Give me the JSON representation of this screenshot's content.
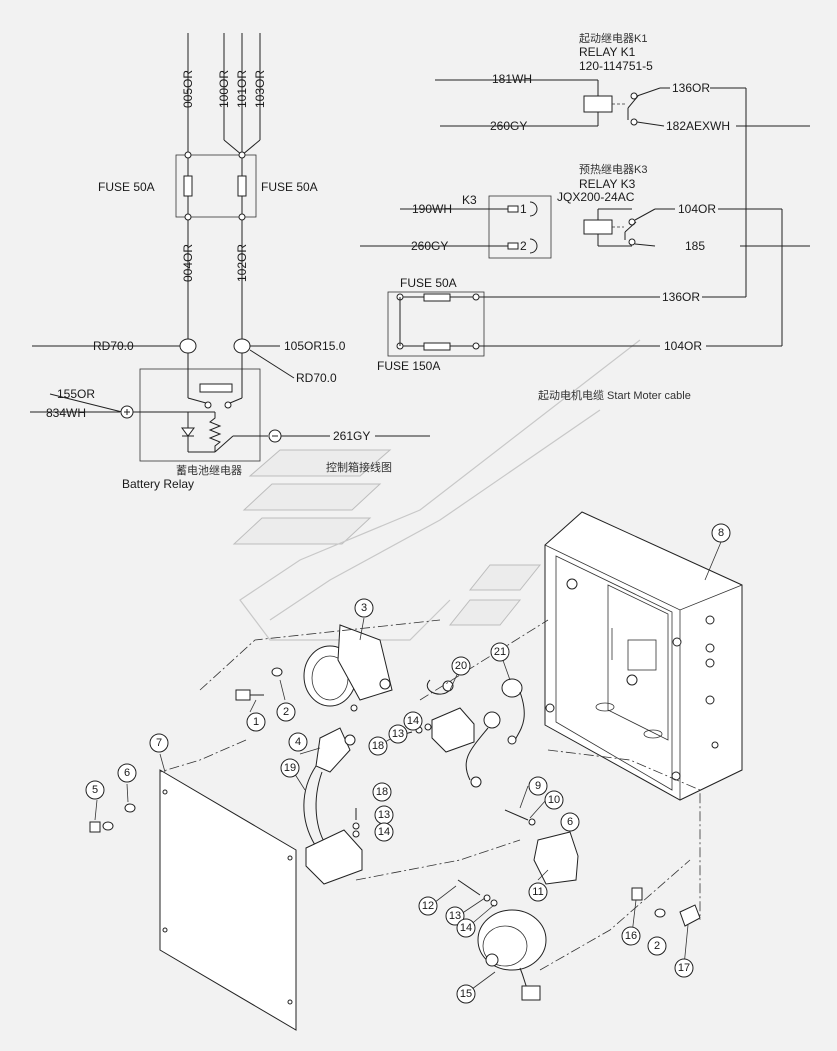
{
  "fuse_wires": {
    "top": [
      "005OR",
      "100OR",
      "101OR",
      "103OR"
    ],
    "bottom": [
      "004OR",
      "102OR"
    ],
    "fuse_left": "FUSE 50A",
    "fuse_right": "FUSE 50A"
  },
  "battery_relay": {
    "title_cn": "蓄电池继电器",
    "title_en": "Battery Relay",
    "in_left": "RD70.0",
    "in_right": "105OR15.0",
    "out_right": "RD70.0",
    "coil_a": "155OR",
    "coil_b": "834WH",
    "ground": "261GY"
  },
  "relay_k1": {
    "title_cn": "起动继电器K1",
    "title_en": "RELAY K1",
    "part_no": "120-114751-5",
    "in_top": "181WH",
    "in_bottom": "260GY",
    "out_top": "136OR",
    "out_bottom": "182AEXWH"
  },
  "relay_k3": {
    "title_cn": "预热继电器K3",
    "title_en": "RELAY K3",
    "tag": "K3",
    "model": "JQX200-24AC",
    "pin1": "1",
    "pin2": "2",
    "in_top": "190WH",
    "in_bottom": "260GY",
    "out_top": "104OR",
    "out_bottom": "185"
  },
  "fuse_block": {
    "fuse_a": "FUSE  50A",
    "fuse_b": "FUSE  150A",
    "out_a": "136OR",
    "out_b": "104OR"
  },
  "watermark": {
    "start_cable": "起动电机电缆 Start Moter cable",
    "control_box": "控制箱接线图"
  },
  "callouts": [
    "1",
    "2",
    "3",
    "4",
    "5",
    "6",
    "7",
    "8",
    "9",
    "10",
    "11",
    "12",
    "13",
    "14",
    "15",
    "16",
    "17",
    "18",
    "19",
    "20",
    "21"
  ]
}
